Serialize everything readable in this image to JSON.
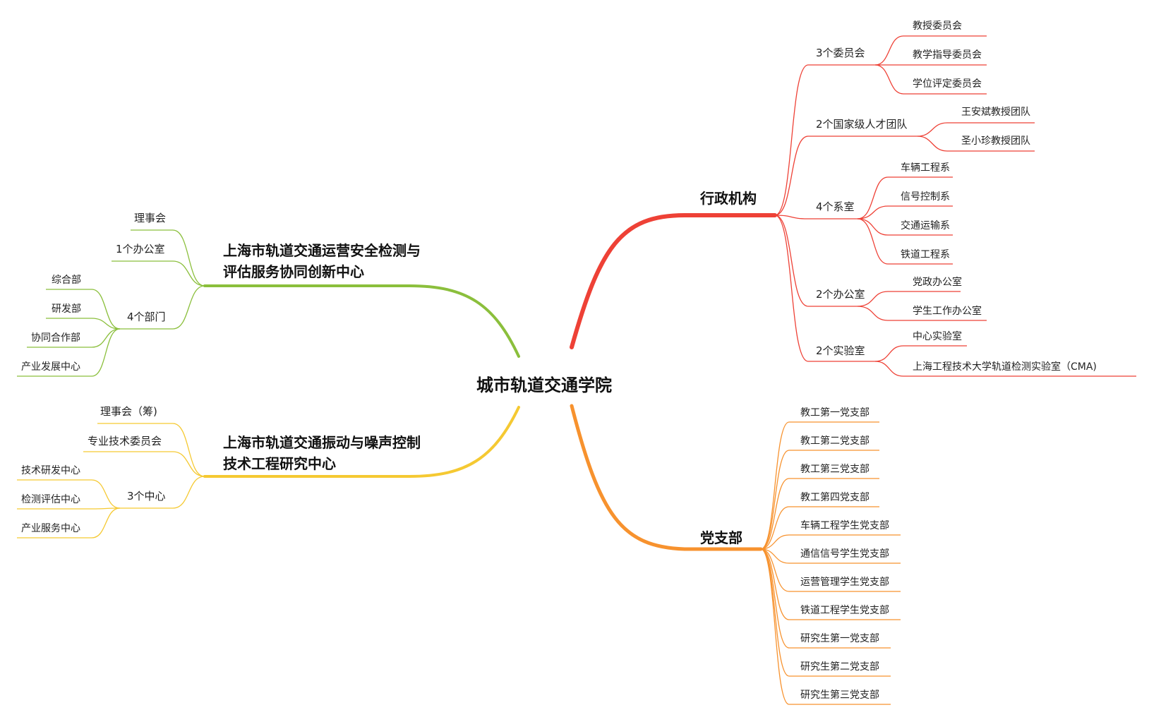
{
  "root": "城市轨道交通学院",
  "colors": {
    "admin": "#ee4136",
    "party": "#f7922e",
    "center_a": "#8bbf3c",
    "center_b": "#f5c932"
  },
  "admin": {
    "title": "行政机构",
    "committees": {
      "label": "3个委员会",
      "items": [
        "教授委员会",
        "教学指导委员会",
        "学位评定委员会"
      ]
    },
    "talent": {
      "label": "2个国家级人才团队",
      "items": [
        "王安斌教授团队",
        "圣小珍教授团队"
      ]
    },
    "departments": {
      "label": "4个系室",
      "items": [
        "车辆工程系",
        "信号控制系",
        "交通运输系",
        "铁道工程系"
      ]
    },
    "offices": {
      "label": "2个办公室",
      "items": [
        "党政办公室",
        "学生工作办公室"
      ]
    },
    "labs": {
      "label": "2个实验室",
      "items": [
        "中心实验室",
        "上海工程技术大学轨道检测实验室（CMA)"
      ]
    }
  },
  "party": {
    "title": "党支部",
    "items": [
      "教工第一党支部",
      "教工第二党支部",
      "教工第三党支部",
      "教工第四党支部",
      "车辆工程学生党支部",
      "通信信号学生党支部",
      "运营管理学生党支部",
      "铁道工程学生党支部",
      "研究生第一党支部",
      "研究生第二党支部",
      "研究生第三党支部"
    ]
  },
  "center_a": {
    "title": "上海市轨道交通运营安全检测与评估服务协同创新中心",
    "board": "理事会",
    "office": "1个办公室",
    "departments": {
      "label": "4个部门",
      "items": [
        "综合部",
        "研发部",
        "协同合作部",
        "产业发展中心"
      ]
    }
  },
  "center_b": {
    "title": "上海市轨道交通振动与噪声控制技术工程研究中心",
    "board": "理事会（筹)",
    "committee": "专业技术委员会",
    "centers": {
      "label": "3个中心",
      "items": [
        "技术研发中心",
        "检测评估中心",
        "产业服务中心"
      ]
    }
  }
}
